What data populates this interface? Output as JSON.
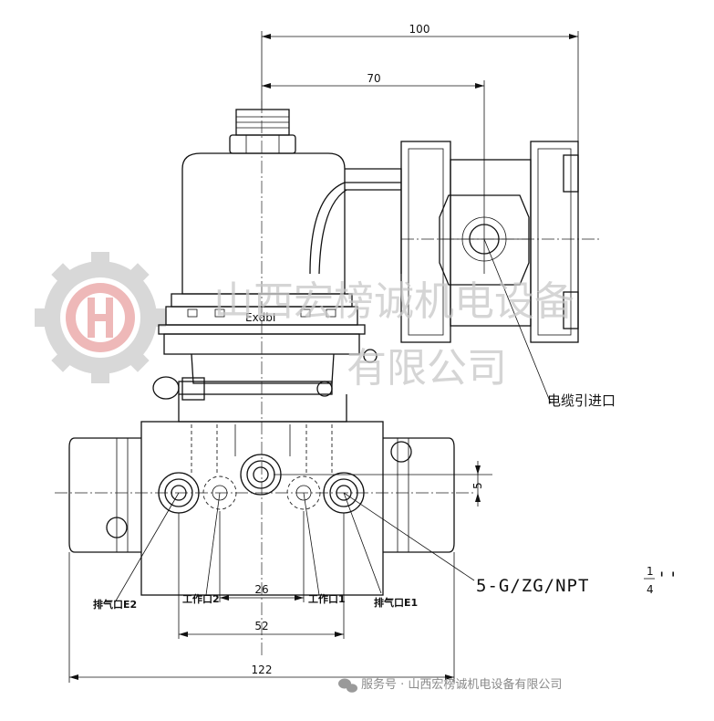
{
  "dimensions": {
    "overall_width_top": "100",
    "to_cable_entry": "70",
    "port_spacing_work": "26",
    "port_spacing_exhaust": "52",
    "overall_width_bottom": "122",
    "port_offset": "5"
  },
  "labels": {
    "explosion_mark": "ExdbI",
    "cable_entry": "电缆引进口",
    "exhaust_e2": "排气口E2",
    "work_port_2": "工作口2",
    "work_port_1": "工作口1",
    "exhaust_e1": "排气口E1",
    "port_spec_main": "5-G/ZG/NPT",
    "port_spec_num": "1",
    "port_spec_den": "4",
    "port_spec_inch": "''"
  },
  "watermark": {
    "line1": "山西宏榜诚机电设备",
    "line2": "有限公司"
  },
  "footer": {
    "text": "服务号 · 山西宏榜诚机电设备有限公司"
  },
  "colors": {
    "logo_red": "#e8a0a0",
    "logo_gray": "#c9c9c9",
    "line": "#111111"
  }
}
